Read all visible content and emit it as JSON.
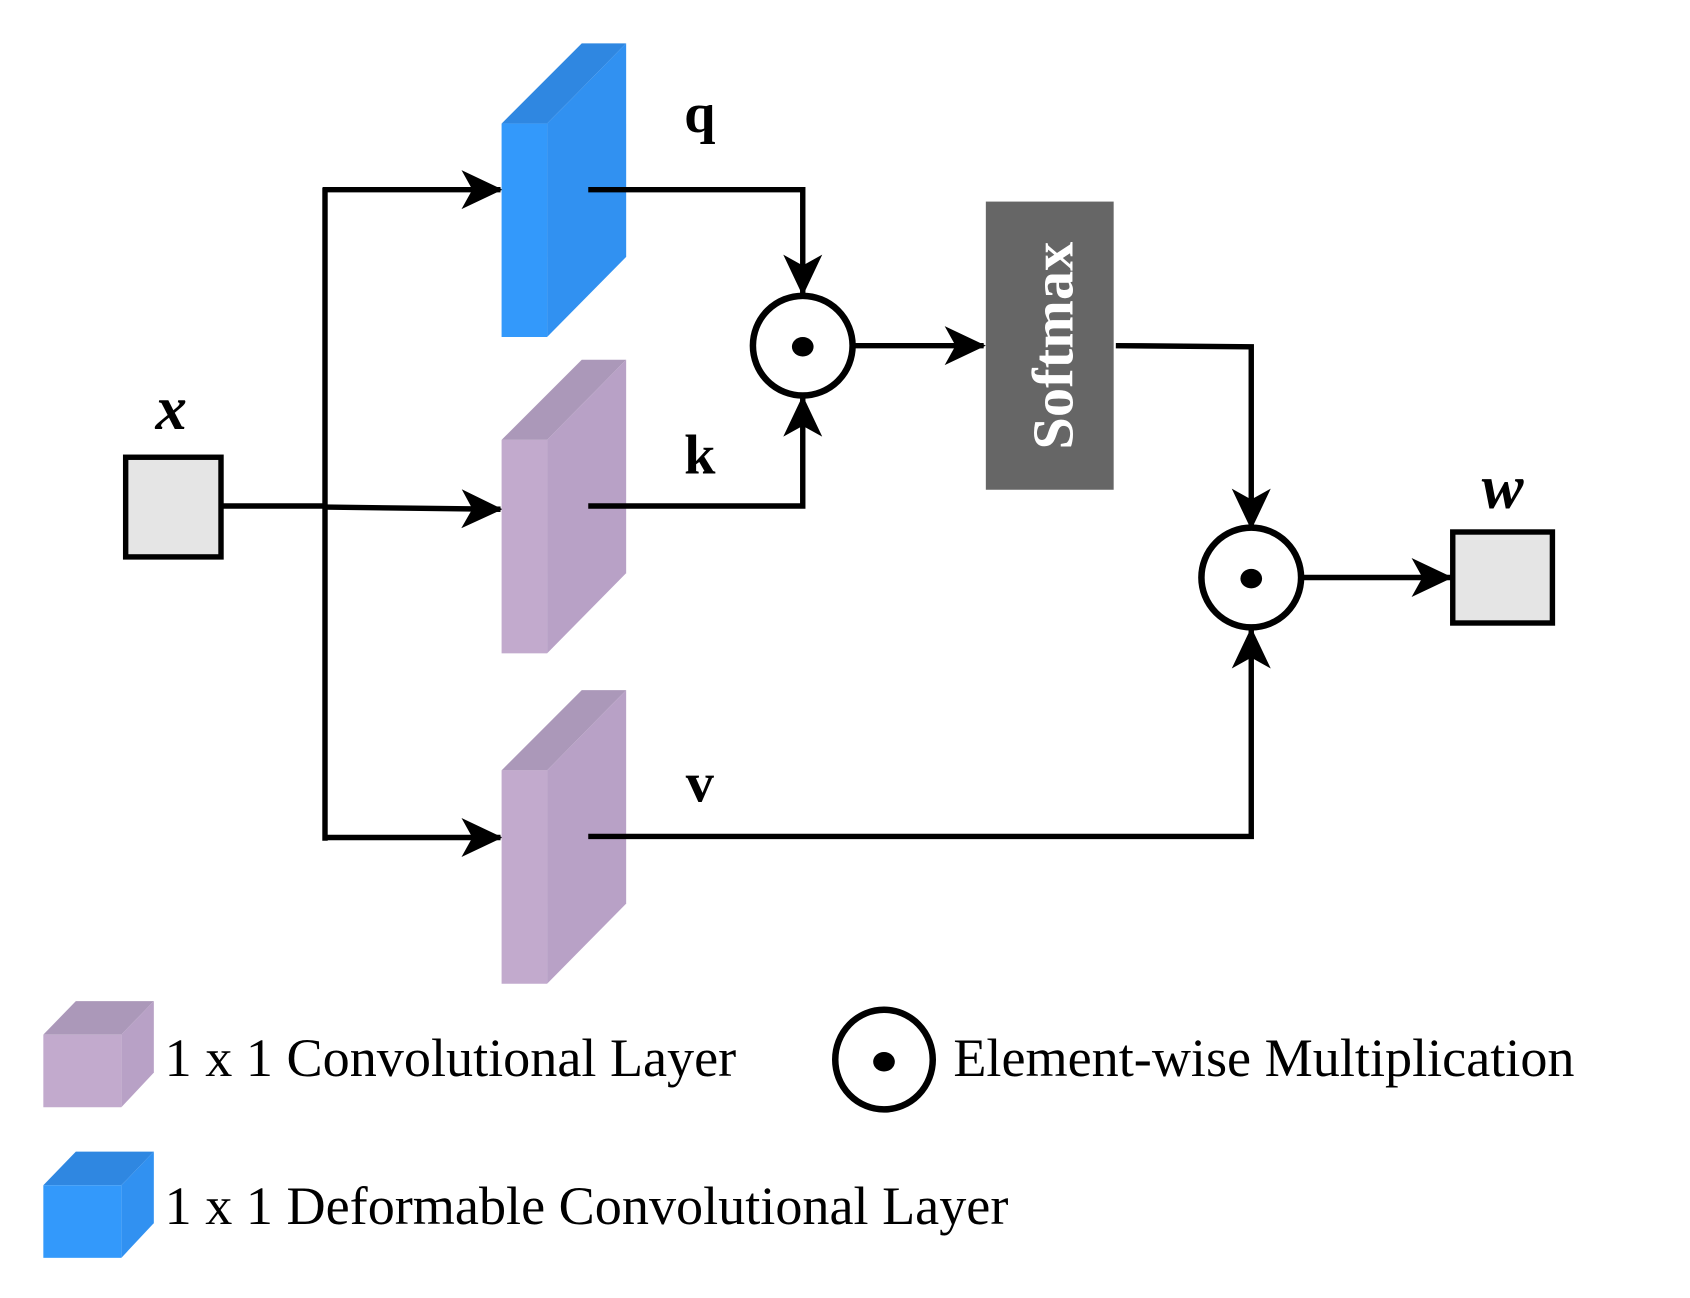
{
  "diagram": {
    "input": {
      "label": "x"
    },
    "output": {
      "label": "w"
    },
    "branches": [
      {
        "id": "q",
        "label": "q",
        "layer_type": "deformable"
      },
      {
        "id": "k",
        "label": "k",
        "layer_type": "conv"
      },
      {
        "id": "v",
        "label": "v",
        "layer_type": "conv"
      }
    ],
    "softmax": {
      "label": "Softmax"
    },
    "colors": {
      "conv_front": "#c2aacd",
      "conv_side": "#b8a1c6",
      "conv_top": "#ab98b9",
      "deform_front": "#3399fb",
      "deform_side": "#3191f1",
      "deform_top": "#2f87e1",
      "softmax_bg": "#666666",
      "io_fill": "#e5e5e5",
      "line": "#000000"
    },
    "operators": [
      {
        "id": "mul1",
        "symbol": "dot-circle",
        "meaning": "Element-wise Multiplication"
      },
      {
        "id": "mul2",
        "symbol": "dot-circle",
        "meaning": "Element-wise Multiplication"
      }
    ]
  },
  "legend": {
    "conv": "1 x 1 Convolutional Layer",
    "mult": "Element-wise Multiplication",
    "deform": "1 x 1 Deformable Convolutional Layer"
  }
}
